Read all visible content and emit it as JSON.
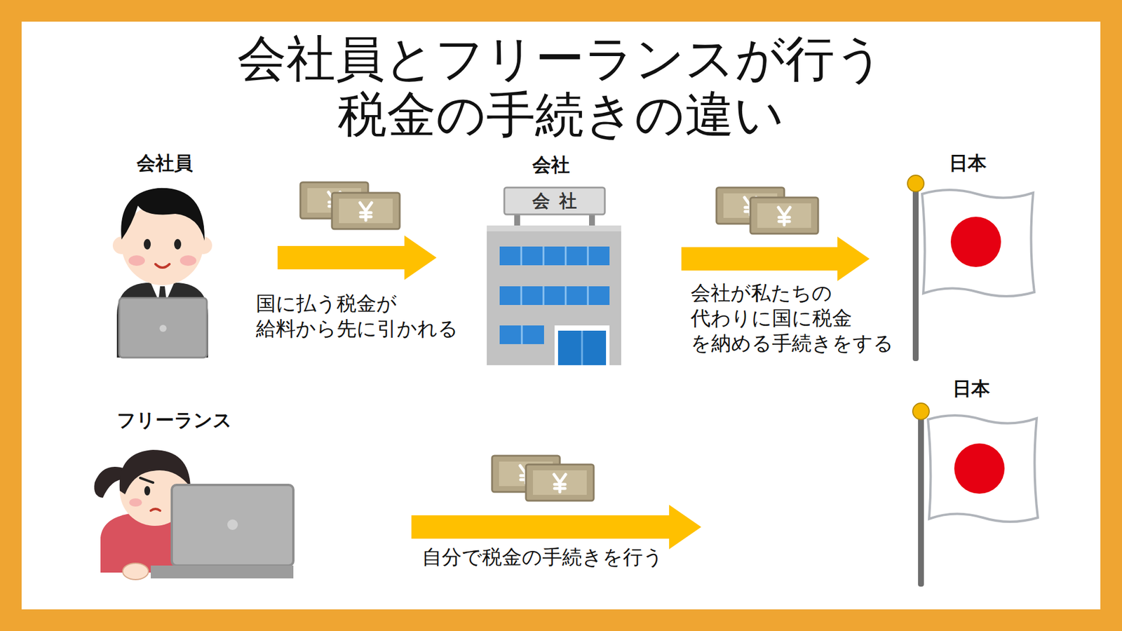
{
  "diagram": {
    "title": "会社員とフリーランスが行う 税金の手続きの違い",
    "nodes": [
      {
        "text": [
          "会社員"
        ]
      },
      {
        "text": [
          "会社"
        ]
      },
      {
        "text": [
          "日本"
        ]
      },
      {
        "text": [
          "フリーランス"
        ]
      },
      {
        "text": [
          "日本"
        ]
      }
    ],
    "edges": [
      {
        "from": 0,
        "to": 1,
        "arrow": "to",
        "label": "国に払う税金が 給料から先に引かれる"
      },
      {
        "from": 1,
        "to": 2,
        "arrow": "to",
        "label": "会社が私たちの 代わりに国に税金 を納める手続きをする"
      },
      {
        "from": 3,
        "to": 4,
        "arrow": "to",
        "label": "自分で税金の手続きを行う"
      }
    ],
    "labels": [
      "会社"
    ]
  }
}
